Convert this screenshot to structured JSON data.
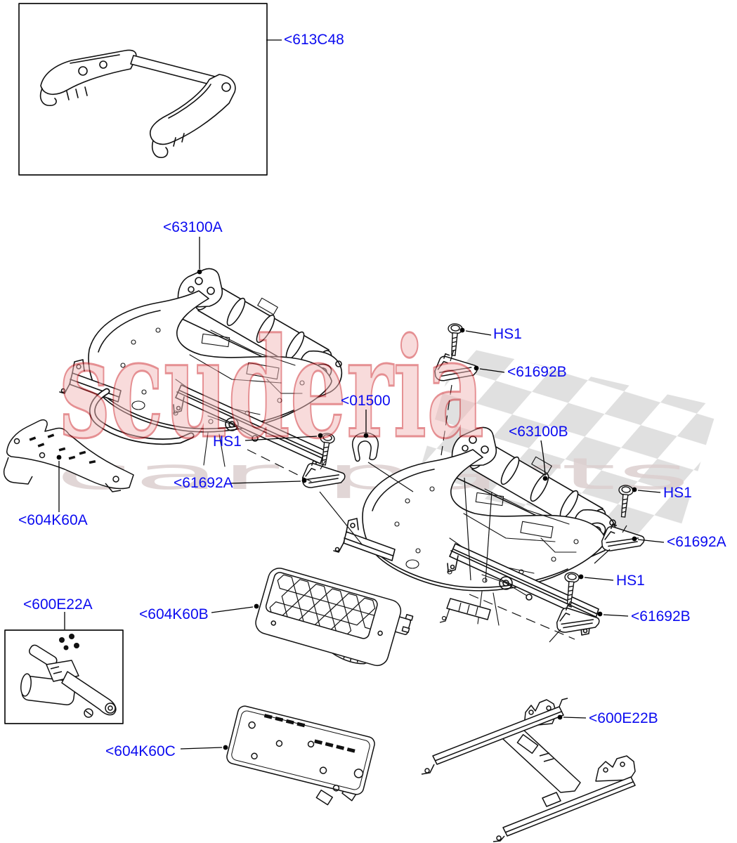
{
  "colors": {
    "label_blue": "#0b0bf0",
    "line_black": "#111111",
    "checker_gray": "#e0e0e0",
    "watermark_red_stroke": "#cc2127",
    "watermark_red_fill": "#f2b9b9",
    "watermark_gray_text": "#dccfcf",
    "background": "#ffffff"
  },
  "watermark": {
    "brand": "scuderia",
    "tagline": "car parts"
  },
  "callouts": {
    "c1": {
      "text": "<613C48"
    },
    "c2": {
      "text": "<63100A"
    },
    "c3": {
      "text": "HS1"
    },
    "c4": {
      "text": "<01500"
    },
    "c5": {
      "text": "<61692A"
    },
    "c6": {
      "text": "HS1"
    },
    "c7": {
      "text": "<61692B"
    },
    "c8": {
      "text": "<63100B"
    },
    "c9": {
      "text": "HS1"
    },
    "c10": {
      "text": "<61692A"
    },
    "c11": {
      "text": "HS1"
    },
    "c12": {
      "text": "<61692B"
    },
    "c13": {
      "text": "<604K60A"
    },
    "c14": {
      "text": "<600E22A"
    },
    "c15": {
      "text": "<604K60B"
    },
    "c16": {
      "text": "<604K60C"
    },
    "c17": {
      "text": "<600E22B"
    }
  }
}
